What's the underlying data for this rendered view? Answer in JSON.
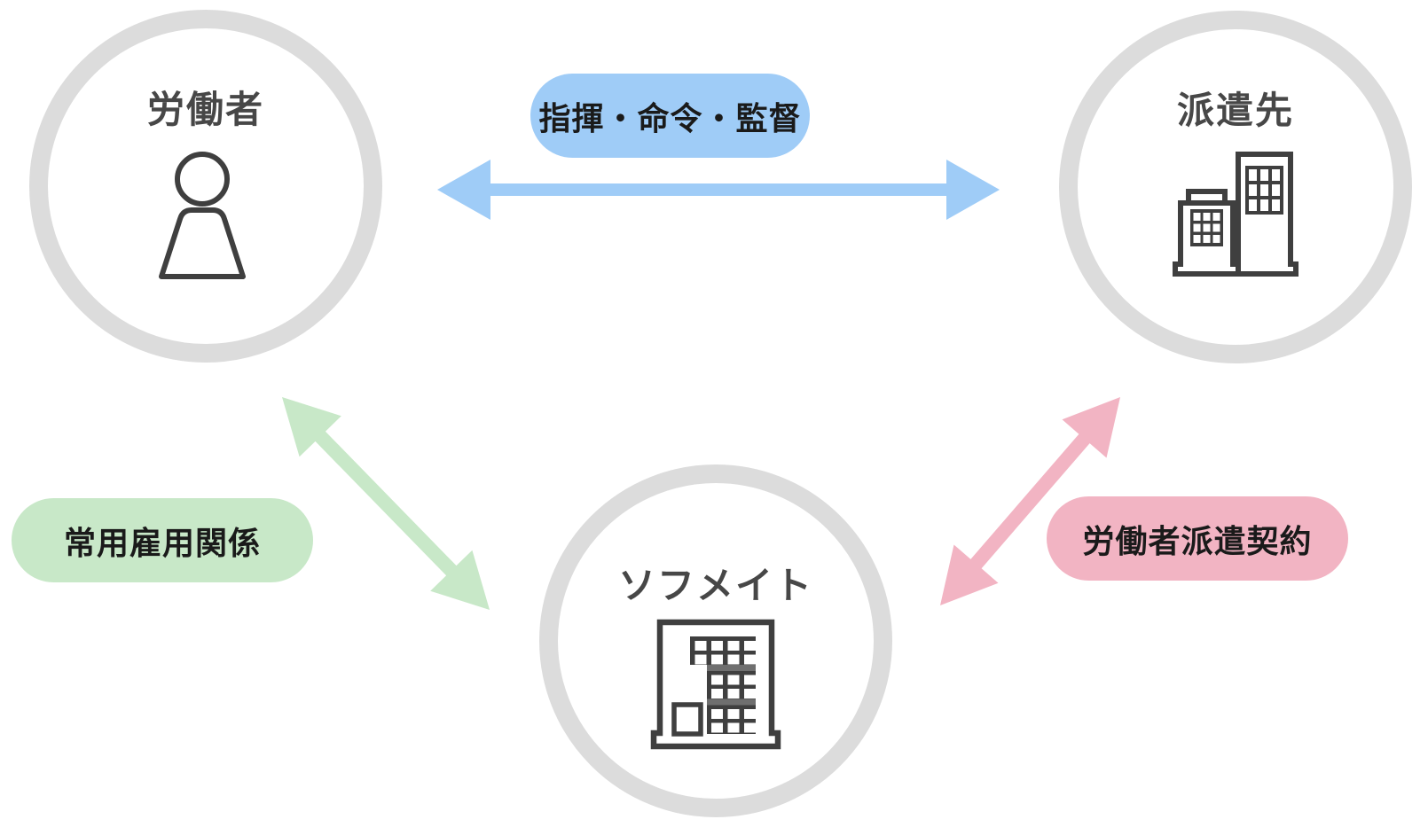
{
  "diagram": {
    "title_implicit": "worker-dispatch-relationship",
    "nodes": {
      "worker": {
        "label": "労働者"
      },
      "client": {
        "label": "派遣先"
      },
      "agency": {
        "label": "ソフメイト"
      }
    },
    "relations": {
      "command": {
        "label": "指揮・命令・監督",
        "between": "worker-client"
      },
      "employment": {
        "label": "常用雇用関係",
        "between": "worker-agency"
      },
      "dispatch": {
        "label": "労働者派遣契約",
        "between": "client-agency"
      }
    }
  },
  "colors": {
    "blue": "#9fccf7",
    "green": "#c8e8c8",
    "pink": "#f2b4c3",
    "ring": "#dcdcdc",
    "ink": "#474747",
    "icon": "#3f3f3f",
    "shade": "#6f6f6f",
    "pill-text": "#1a1a1a",
    "bg": "#ffffff"
  }
}
